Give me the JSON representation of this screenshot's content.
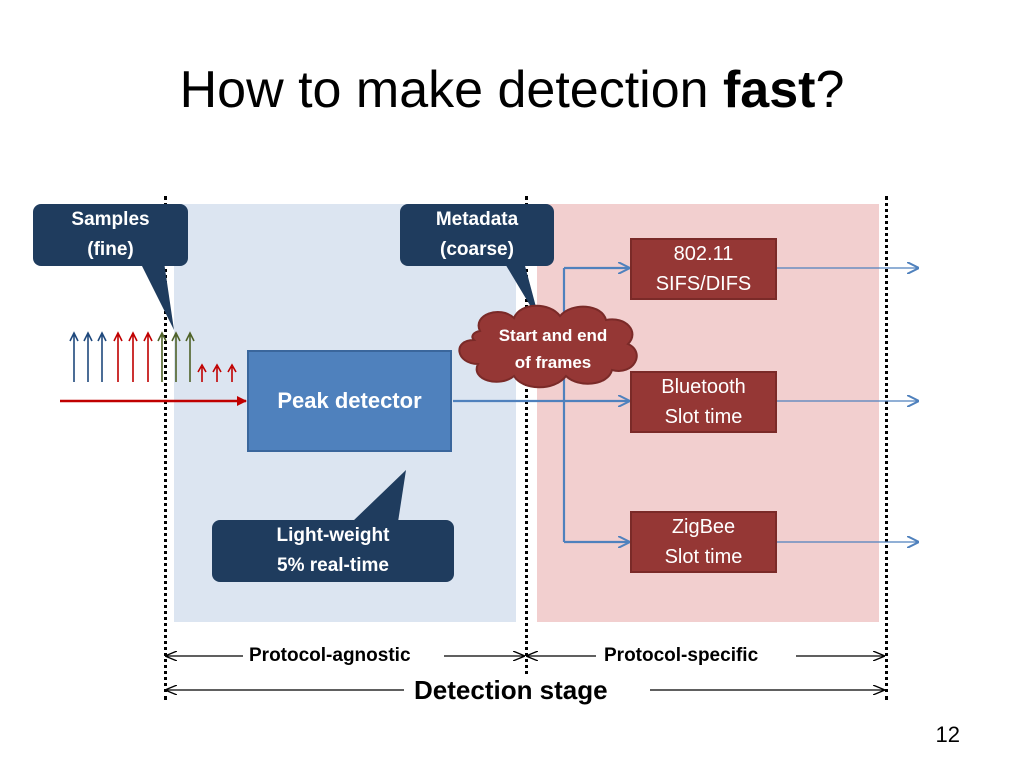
{
  "slide": {
    "title_main": "How to make detection ",
    "title_emph": "fast",
    "title_end": "?",
    "page_number": "12"
  },
  "callouts": {
    "samples_line1": "Samples",
    "samples_line2": "(fine)",
    "metadata_line1": "Metadata",
    "metadata_line2": "(coarse)",
    "lightweight_line1": "Light-weight",
    "lightweight_line2": "5% real-time"
  },
  "blocks": {
    "peak_detector": "Peak detector",
    "cloud_line1": "Start and end",
    "cloud_line2": "of frames"
  },
  "protocols": [
    {
      "line1": "802.11",
      "line2": "SIFS/DIFS"
    },
    {
      "line1": "Bluetooth",
      "line2": "Slot time"
    },
    {
      "line1": "ZigBee",
      "line2": "Slot time"
    }
  ],
  "spans": {
    "agnostic": "Protocol-agnostic",
    "specific": "Protocol-specific",
    "detection": "Detection stage"
  },
  "colors": {
    "agnostic_zone": "#dce5f1",
    "specific_zone": "#f2cfcf",
    "callout": "#1f3c5e",
    "peak_detector": "#4f81bd",
    "protocol_box": "#953735",
    "signal_red": "#c00000",
    "arrow_blue": "#4f81bd"
  }
}
